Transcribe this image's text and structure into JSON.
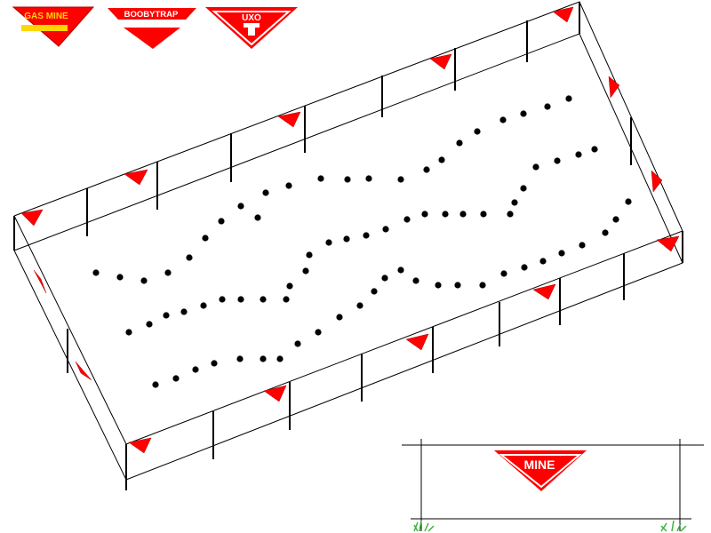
{
  "legend": {
    "signs": [
      {
        "label": "GAS MINE",
        "icon": "gas-mine-sign-icon",
        "color": "#ff0000",
        "stripe_color": "#ffd700"
      },
      {
        "label": "BOOBYTRAP",
        "icon": "boobytrap-sign-icon",
        "color": "#ff0000"
      },
      {
        "label": "UXO",
        "icon": "uxo-sign-icon",
        "color": "#ff0000"
      }
    ]
  },
  "detail": {
    "label": "MINE",
    "icon": "mine-sign-icon",
    "color": "#ff0000",
    "ground_icon": "grass-tuft-icon",
    "ground_color": "#3cb43c"
  },
  "field": {
    "marker_icon": "red-triangle-marker-icon",
    "marker_color": "#ff0000",
    "mine_icon": "mine-dot-icon",
    "mine_rows": 3
  }
}
